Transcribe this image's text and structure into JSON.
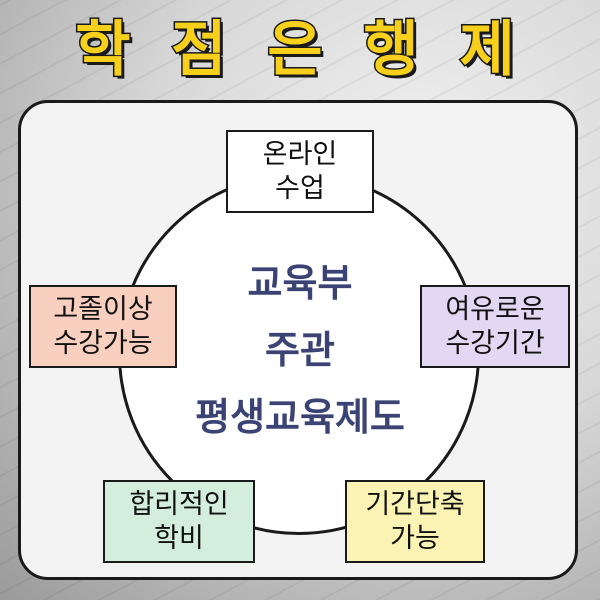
{
  "title": "학 점 은 행 제",
  "center": {
    "line1": "교육부",
    "line2": "주관",
    "line3": "평생교육제도"
  },
  "features": [
    {
      "line1": "온라인",
      "line2": "수업",
      "color": "#ffffff"
    },
    {
      "line1": "여유로운",
      "line2": "수강기간",
      "color": "#e3d8f4"
    },
    {
      "line1": "기간단축",
      "line2": "가능",
      "color": "#faf3b3"
    },
    {
      "line1": "합리적인",
      "line2": "학비",
      "color": "#d4eedd"
    },
    {
      "line1": "고졸이상",
      "line2": "수강가능",
      "color": "#f9cfc0"
    }
  ]
}
